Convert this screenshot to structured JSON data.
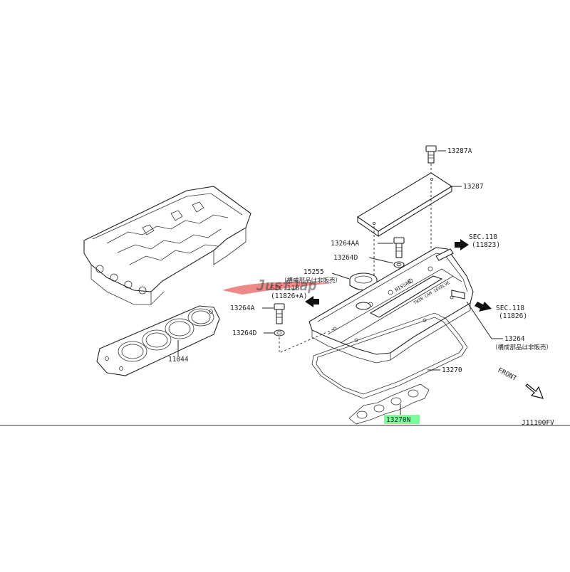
{
  "labels": {
    "p13287A": "13287A",
    "p13287": "13287",
    "sec118_top": "SEC.118",
    "sec118_top_ref": "(11823)",
    "p13264AA": "13264AA",
    "p13264D_top": "13264D",
    "p15255": "15255",
    "p15255_note": "（構成部品は非販売）",
    "sec118_left": "SEC.118",
    "sec118_left_ref": "(11826+A)",
    "p13264A": "13264A",
    "p13264D_low": "13264D",
    "sec118_right": "SEC.118",
    "sec118_right_ref": "(11826)",
    "p13264": "13264",
    "p13264_note": "（構成部品は非販売）",
    "p11044": "11044",
    "p13270": "13270",
    "p13270N": "13270N",
    "front": "FRONT",
    "diagram_code": "J11100FV",
    "cover_text": "NISSAN",
    "cover_subtext": "TWIN CAM 16VALVE",
    "watermark": "JustJap"
  },
  "colors": {
    "highlight": "#7CFC9A",
    "watermark": "#e23a3a",
    "line": "#222222"
  },
  "highlighted_part": "13270N"
}
